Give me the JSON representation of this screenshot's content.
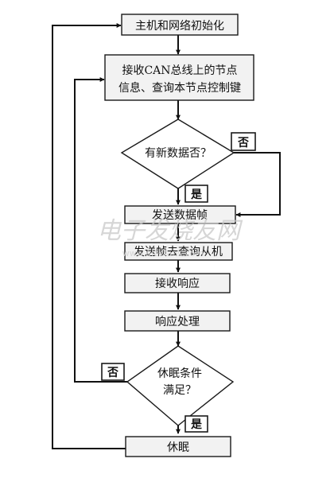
{
  "flowchart": {
    "init": "主机和网络初始化",
    "receive_line1": "接收CAN总线上的节点",
    "receive_line2": "信息、查询本节点控制键",
    "decision_new_data": "有新数据否？",
    "no_label_top": "否",
    "yes_label_top": "是",
    "send_frame": "发送数据帧",
    "send_remote": "发送帧去查询从机",
    "receive_response": "接收响应",
    "response_process": "响应处理",
    "decision_sleep_line1": "休眠条件",
    "decision_sleep_line2": "满足？",
    "no_label_bottom": "否",
    "yes_label_bottom": "是",
    "sleep": "休眠"
  },
  "watermark": {
    "cn": "电子发烧友网",
    "url": "www.elecfans.com"
  }
}
